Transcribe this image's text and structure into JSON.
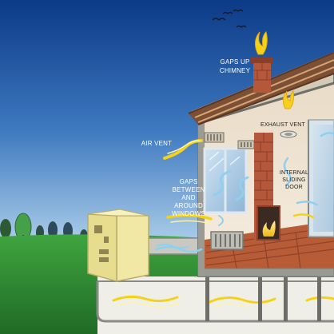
{
  "labels": {
    "gaps_chimney_line1": "GAPS UP",
    "gaps_chimney_line2": "CHIMNEY",
    "air_vent": "AIR VENT",
    "exhaust_vent": "EXHAUST VENT",
    "gaps_windows_line1": "GAPS",
    "gaps_windows_line2": "BETWEEN",
    "gaps_windows_line3": "AND",
    "gaps_windows_line4": "AROUND",
    "gaps_windows_line5": "WINDOWS",
    "sliding_door_line1": "INTERNAL",
    "sliding_door_line2": "SLIDING",
    "sliding_door_line3": "DOOR"
  },
  "colors": {
    "sky_top": "#0d3f8c",
    "sky_bottom": "#8fb8e0",
    "grass": "#2e8a2e",
    "roof": "#8a5a3a",
    "brick": "#b5573a",
    "draught_yellow": "#f5d21a",
    "draught_blue": "#8ed0f0",
    "heater": "#f2e8a6"
  }
}
